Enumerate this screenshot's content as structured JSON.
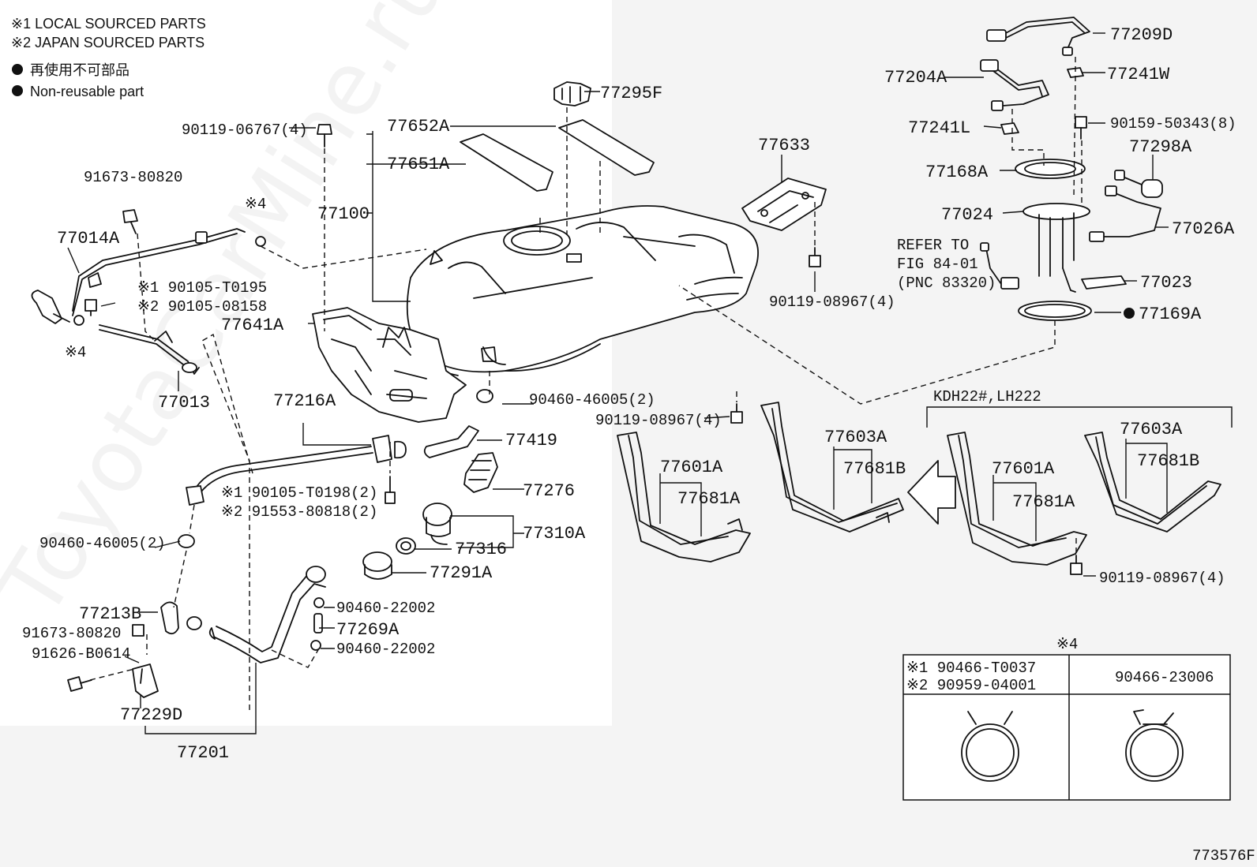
{
  "notes": {
    "note1": "※1 LOCAL SOURCED PARTS",
    "note2": "※2 JAPAN SOURCED PARTS",
    "nonreusable_jp": "再使用不可部品",
    "nonreusable_en": "Non-reusable part"
  },
  "watermark": "ToyotaCarMine.ru",
  "refer": {
    "line1": "REFER TO",
    "line2": "FIG 84-01",
    "line3": "(PNC 83320)"
  },
  "variant_label": "KDH22#,LH222",
  "figure_id": "773576F",
  "labels": {
    "p77295F": "77295F",
    "p77652A": "77652A",
    "p77651A": "77651A",
    "p77100": "77100",
    "b90119_06767": "90119-06767(4)",
    "b91673_80820a": "91673-80820",
    "x4a": "※4",
    "p77014A": "77014A",
    "n90105_T0195": "※1 90105-T0195",
    "n90105_08158": "※2 90105-08158",
    "x4b": "※4",
    "p77013": "77013",
    "p77641A": "77641A",
    "p77216A": "77216A",
    "n90105_T0198": "※1 90105-T0198(2)",
    "n91553_80818": "※2 91553-80818(2)",
    "c90460_46005a": "90460-46005(2)",
    "c90460_46005b": "90460-46005(2)",
    "p77419": "77419",
    "p77276": "77276",
    "p77310A": "77310A",
    "p77316": "77316",
    "p77291A": "77291A",
    "c90460_22002a": "90460-22002",
    "p77269A": "77269A",
    "c90460_22002b": "90460-22002",
    "p77213B": "77213B",
    "b91673_80820b": "91673-80820",
    "b91626_B0614": "91626-B0614",
    "p77229D": "77229D",
    "p77201": "77201",
    "p77633": "77633",
    "b90119_08967a": "90119-08967(4)",
    "b90119_08967b": "90119-08967(4)",
    "b90119_08967c": "90119-08967(4)",
    "p77209D": "77209D",
    "p77204A": "77204A",
    "p77241W": "77241W",
    "p77241L": "77241L",
    "b90159_50343": "90159-50343(8)",
    "p77168A": "77168A",
    "p77298A": "77298A",
    "p77024": "77024",
    "p77026A": "77026A",
    "p77023": "77023",
    "p77169A": "77169A",
    "p77603A_l": "77603A",
    "p77681B_l": "77681B",
    "p77601A_l": "77601A",
    "p77681A_l": "77681A",
    "p77603A_r": "77603A",
    "p77681B_r": "77681B",
    "p77601A_r": "77601A",
    "p77681A_r": "77681A"
  },
  "clamp_table": {
    "title": "※4",
    "left_line1": "※1 90466-T0037",
    "left_line2": "※2 90959-04001",
    "right": "90466-23006"
  }
}
